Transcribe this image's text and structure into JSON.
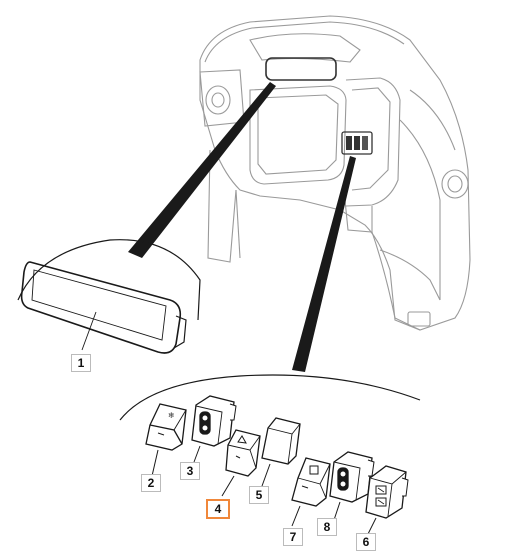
{
  "diagram": {
    "callouts": [
      {
        "id": "1",
        "text": "1"
      },
      {
        "id": "2",
        "text": "2"
      },
      {
        "id": "3",
        "text": "3"
      },
      {
        "id": "4",
        "text": "4",
        "selected": true
      },
      {
        "id": "5",
        "text": "5"
      },
      {
        "id": "6",
        "text": "6"
      },
      {
        "id": "7",
        "text": "7"
      },
      {
        "id": "8",
        "text": "8"
      }
    ],
    "colors": {
      "line": "#1a1a1a",
      "light_line": "#9a9a9a",
      "highlight": "#f0873a"
    }
  }
}
